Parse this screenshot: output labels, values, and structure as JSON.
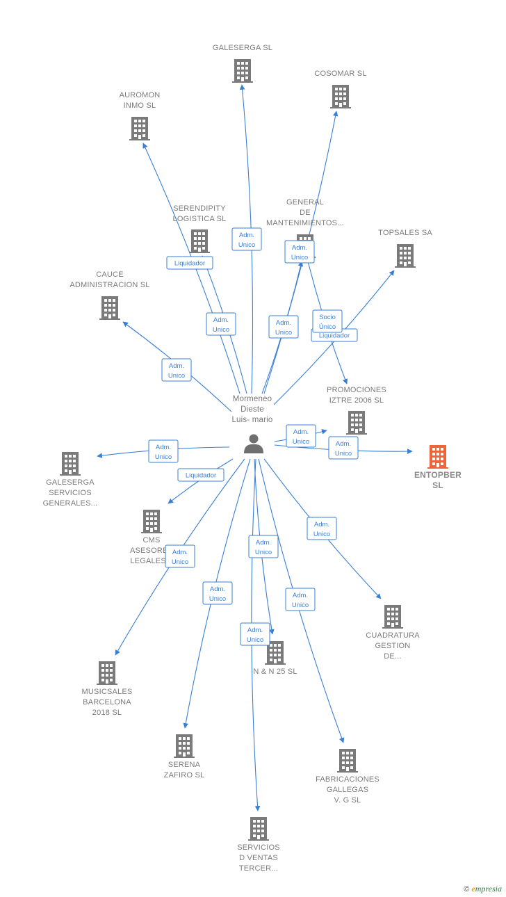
{
  "colors": {
    "edge": "#3a7fd5",
    "building": "#7a7a7a",
    "focus_building": "#f0643c",
    "person": "#6f6f6f",
    "text": "#7a7a7a"
  },
  "center": {
    "lines": [
      "Mormeneo",
      "Dieste",
      "Luis- mario"
    ],
    "icon": "person-icon"
  },
  "nodes": [
    {
      "id": "galeserga",
      "lines": [
        "GALESERGA SL"
      ],
      "icon": "building-icon"
    },
    {
      "id": "cosomar",
      "lines": [
        "COSOMAR SL"
      ],
      "icon": "building-icon"
    },
    {
      "id": "auromon",
      "lines": [
        "AUROMON",
        "INMO  SL"
      ],
      "icon": "building-icon"
    },
    {
      "id": "serendipity",
      "lines": [
        "SERENDIPITY",
        "LOGISTICA  SL"
      ],
      "icon": "building-icon"
    },
    {
      "id": "general",
      "lines": [
        "GENERAL",
        "DE",
        "MANTENIMIENTOS..."
      ],
      "icon": "building-icon"
    },
    {
      "id": "topsales",
      "lines": [
        "TOPSALES SA"
      ],
      "icon": "building-icon"
    },
    {
      "id": "cauce",
      "lines": [
        "CAUCE",
        "ADMINISTRACION SL"
      ],
      "icon": "building-icon"
    },
    {
      "id": "promociones",
      "lines": [
        "PROMOCIONES",
        "IZTRE 2006 SL"
      ],
      "icon": "building-icon"
    },
    {
      "id": "entopber",
      "lines": [
        "ENTOPBER",
        "SL"
      ],
      "icon": "building-icon",
      "focus": true
    },
    {
      "id": "galeserga_sg",
      "lines": [
        "GALESERGA",
        "SERVICIOS",
        "GENERALES..."
      ],
      "icon": "building-icon"
    },
    {
      "id": "cms",
      "lines": [
        "CMS",
        "ASESORES",
        "LEGALES..."
      ],
      "icon": "building-icon"
    },
    {
      "id": "cuadratura",
      "lines": [
        "CUADRATURA",
        "GESTION",
        "DE..."
      ],
      "icon": "building-icon"
    },
    {
      "id": "nn25",
      "lines": [
        "N & N 25  SL"
      ],
      "icon": "building-icon"
    },
    {
      "id": "musicsales",
      "lines": [
        "MUSICSALES",
        "BARCELONA",
        "2018  SL"
      ],
      "icon": "building-icon"
    },
    {
      "id": "serena",
      "lines": [
        "SERENA",
        "ZAFIRO  SL"
      ],
      "icon": "building-icon"
    },
    {
      "id": "fabricaciones",
      "lines": [
        "FABRICACIONES",
        "GALLEGAS",
        "V.  G SL"
      ],
      "icon": "building-icon"
    },
    {
      "id": "servicios",
      "lines": [
        "SERVICIOS",
        "D VENTAS",
        "TERCER..."
      ],
      "icon": "building-icon"
    }
  ],
  "edges": [
    {
      "target": "galeserga",
      "lines": [
        "Adm.",
        "Unico"
      ]
    },
    {
      "target": "cosomar",
      "lines": [
        "Adm.",
        "Unico"
      ]
    },
    {
      "target": "auromon",
      "lines": [
        "Adm.",
        "Unico"
      ]
    },
    {
      "target": "serendipity",
      "lines": [
        "Liquidador"
      ]
    },
    {
      "target": "general",
      "lines": [
        "Adm.",
        "Unico"
      ]
    },
    {
      "target": "topsales",
      "lines": [
        "Liquidador"
      ]
    },
    {
      "target": "cauce",
      "lines": [
        "Adm.",
        "Unico"
      ]
    },
    {
      "target": "promociones",
      "lines": [
        "Socio",
        "Único"
      ]
    },
    {
      "target": "promociones_adm",
      "lines": [
        "Adm.",
        "Unico"
      ]
    },
    {
      "target": "entopber",
      "lines": [
        "Adm.",
        "Unico"
      ]
    },
    {
      "target": "galeserga_sg",
      "lines": [
        "Adm.",
        "Unico"
      ]
    },
    {
      "target": "cms",
      "lines": [
        "Liquidador"
      ]
    },
    {
      "target": "cuadratura",
      "lines": [
        "Adm.",
        "Unico"
      ]
    },
    {
      "target": "nn25",
      "lines": [
        "Adm.",
        "Unico"
      ]
    },
    {
      "target": "musicsales",
      "lines": [
        "Adm.",
        "Unico"
      ]
    },
    {
      "target": "serena",
      "lines": [
        "Adm.",
        "Unico"
      ]
    },
    {
      "target": "fabricaciones",
      "lines": [
        "Adm.",
        "Unico"
      ]
    },
    {
      "target": "servicios",
      "lines": [
        "Adm.",
        "Unico"
      ]
    },
    {
      "target": "general_adm",
      "lines": [
        "Adm.",
        "Unico"
      ]
    }
  ],
  "credit": {
    "symbol": "©",
    "brand_initial": "e",
    "brand_rest": "mpresia"
  }
}
